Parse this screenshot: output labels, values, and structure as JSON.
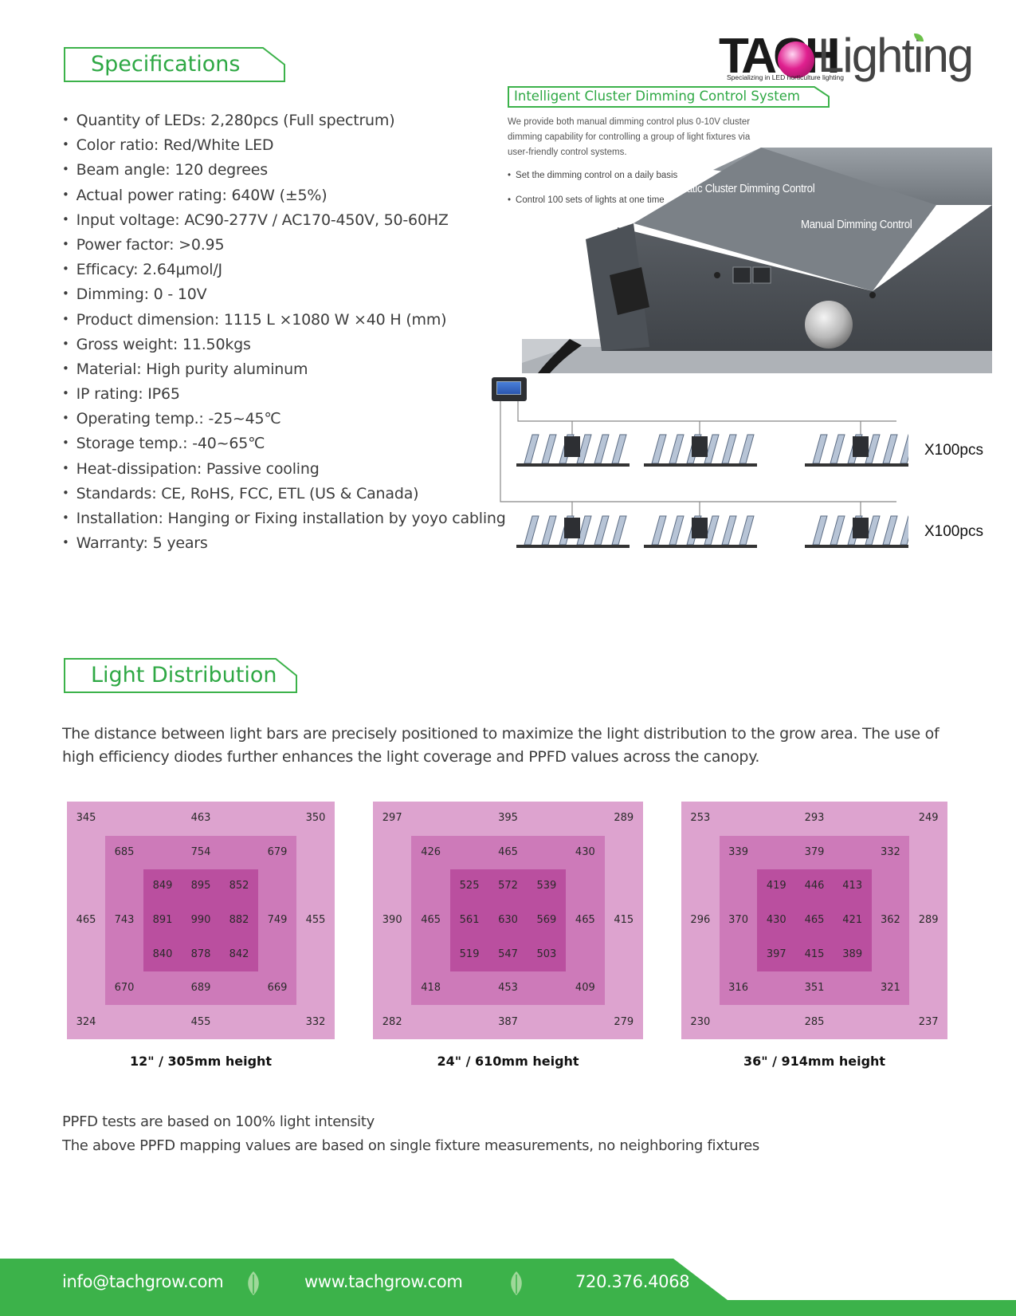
{
  "specifications": {
    "title": "Specifications",
    "items": [
      "Quantity of LEDs: 2,280pcs (Full spectrum)",
      "Color ratio: Red/White LED",
      "Beam angle: 120 degrees",
      "Actual power rating: 640W (±5%)",
      "Input voltage: AC90-277V / AC170-450V, 50-60HZ",
      "Power factor: >0.95",
      "Efficacy: 2.64μmol/J",
      "Dimming: 0 - 10V",
      "Product dimension: 1115 L ×1080 W ×40 H (mm)",
      "Gross weight: 11.50kgs",
      "Material: High purity aluminum",
      "IP rating: IP65",
      "Operating temp.: -25~45℃",
      "Storage temp.: -40~65℃",
      "Heat-dissipation: Passive cooling",
      "Standards: CE, RoHS, FCC, ETL (US & Canada)",
      "Installation: Hanging or Fixing installation by yoyo cabling",
      "Warranty: 5 years"
    ]
  },
  "logo": {
    "brand_left": "TACH",
    "brand_right": "Lighting",
    "tagline": "Specializing in LED horticulture lighting"
  },
  "dimming": {
    "title": "Intelligent Cluster Dimming Control System",
    "description": "We provide both manual dimming control plus 0-10V cluster dimming capability for controlling a group of light fixtures via user-friendly control systems.",
    "bullets": [
      "Set the dimming control on a daily basis",
      "Control 100 sets of lights at one time"
    ],
    "label_auto": "Automatic Cluster Dimming Control",
    "label_manual": "Manual Dimming Control",
    "row_count_label": "X100pcs"
  },
  "light_distribution": {
    "title": "Light Distribution",
    "description": "The distance between light bars are precisely positioned to maximize the light distribution to the grow area.  The use of high efficiency diodes further enhances the light coverage and PPFD values across the canopy.",
    "maps": [
      {
        "caption": "12\" / 305mm height",
        "outer": [
          "345",
          "463",
          "350",
          "465",
          "455",
          "324",
          "455",
          "332"
        ],
        "middle": [
          "685",
          "754",
          "679",
          "743",
          "749",
          "670",
          "689",
          "669"
        ],
        "inner": [
          "849",
          "895",
          "852",
          "891",
          "990",
          "882",
          "840",
          "878",
          "842"
        ]
      },
      {
        "caption": "24\" / 610mm height",
        "outer": [
          "297",
          "395",
          "289",
          "390",
          "415",
          "282",
          "387",
          "279"
        ],
        "middle": [
          "426",
          "465",
          "430",
          "465",
          "465",
          "418",
          "453",
          "409"
        ],
        "inner": [
          "525",
          "572",
          "539",
          "561",
          "630",
          "569",
          "519",
          "547",
          "503"
        ]
      },
      {
        "caption": "36\" / 914mm height",
        "outer": [
          "253",
          "293",
          "249",
          "296",
          "289",
          "230",
          "285",
          "237"
        ],
        "middle": [
          "339",
          "379",
          "332",
          "370",
          "362",
          "316",
          "351",
          "321"
        ],
        "inner": [
          "419",
          "446",
          "413",
          "430",
          "465",
          "421",
          "397",
          "415",
          "389"
        ]
      }
    ],
    "notes": [
      "PPFD tests are based on 100% light intensity",
      "The above PPFD mapping values are based on single fixture measurements, no neighboring fixtures"
    ]
  },
  "footer": {
    "email": "info@tachgrow.com",
    "website": "www.tachgrow.com",
    "phone": "720.376.4068",
    "color": "#3cb24a"
  }
}
